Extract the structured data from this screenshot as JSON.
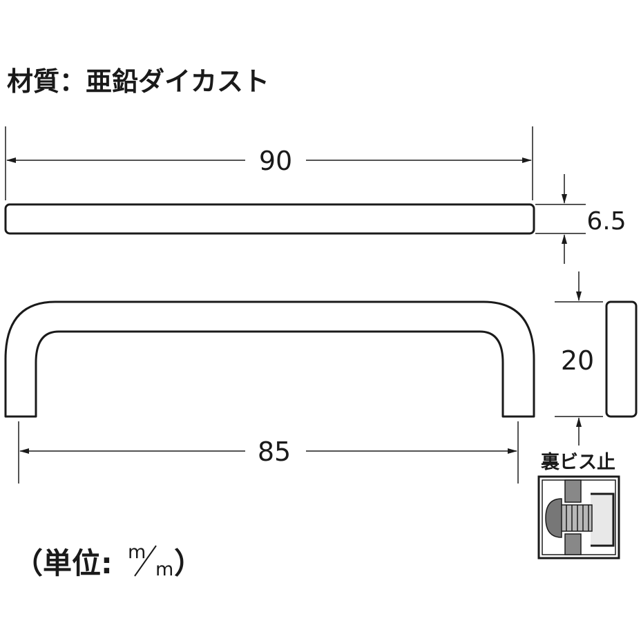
{
  "material": {
    "text": "材質：亜鉛ダイカスト"
  },
  "dimensions": {
    "width_top": "90",
    "thickness": "6.5",
    "height": "20",
    "width_bottom": "85"
  },
  "mounting": {
    "label": "裏ビス止"
  },
  "unit": {
    "prefix": "（単位:",
    "numerator": "m",
    "denominator": "m",
    "suffix": "）"
  }
}
